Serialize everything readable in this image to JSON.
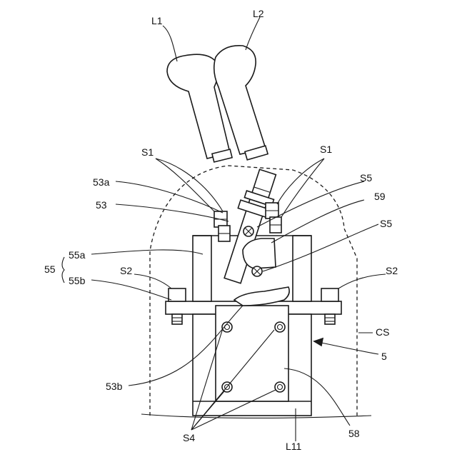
{
  "labels": {
    "L1": "L1",
    "L2": "L2",
    "S1_left": "S1",
    "S1_right": "S1",
    "53a": "53a",
    "53": "53",
    "S5_upper": "S5",
    "59": "59",
    "S5_lower": "S5",
    "55": "55",
    "55a": "55a",
    "55b": "55b",
    "S2_left": "S2",
    "S2_right": "S2",
    "CS": "CS",
    "5": "5",
    "53b": "53b",
    "S4": "S4",
    "L11": "L11",
    "58": "58"
  }
}
